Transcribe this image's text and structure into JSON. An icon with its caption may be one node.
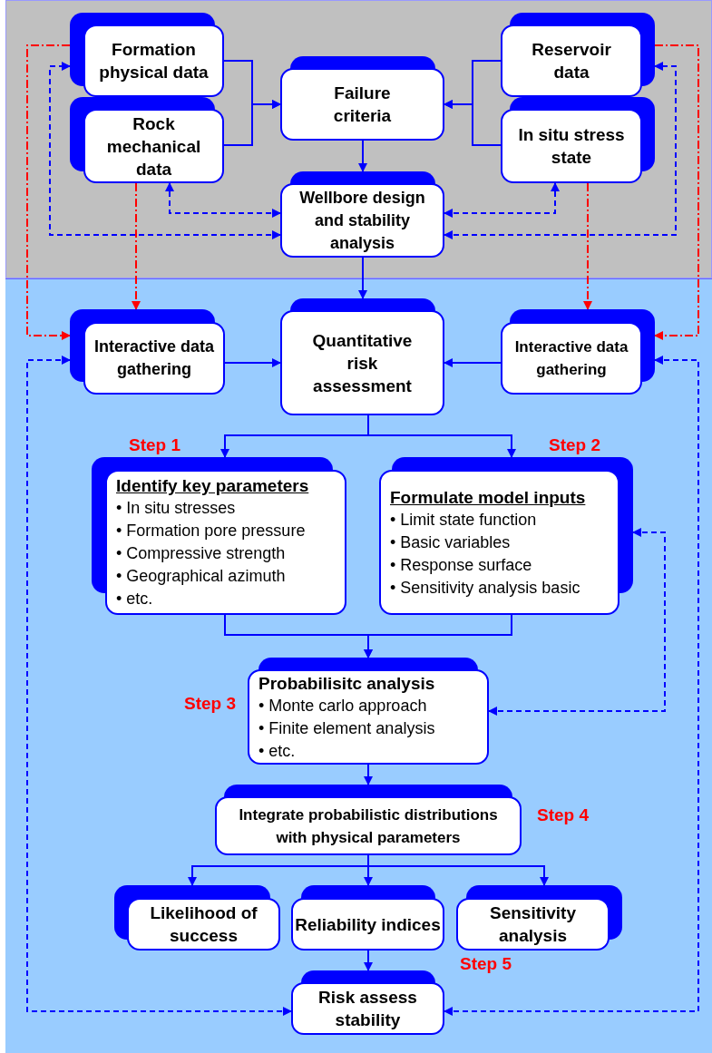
{
  "diagram": {
    "nodes": [
      {
        "text": [
          "Formation physical data"
        ]
      },
      {
        "text": [
          "Rock mechanical data"
        ]
      },
      {
        "text": [
          "Failure criteria"
        ]
      },
      {
        "text": [
          "Reservoir data"
        ]
      },
      {
        "text": [
          "In situ stress state"
        ]
      },
      {
        "text": [
          "Wellbore design and stability analysis"
        ]
      },
      {
        "text": [
          "Interactive data gathering"
        ]
      },
      {
        "text": [
          "Quantitative risk assessment"
        ]
      },
      {
        "text": [
          "Interactive data gathering"
        ]
      },
      {
        "beside": [
          "Step 1"
        ],
        "text": [
          "Identify key parameters",
          "• In situ stresses",
          "• Formation pore pressure",
          "• Compressive strength",
          "• Geographical azimuth",
          "• etc."
        ]
      },
      {
        "beside": [
          "Step 2"
        ],
        "text": [
          "Formulate model inputs",
          "• Limit state function",
          "• Basic variables",
          "• Response surface",
          "• Sensitivity analysis basic"
        ]
      },
      {
        "beside": [
          "Step 3"
        ],
        "text": [
          "Probabilisitc analysis",
          "• Monte carlo approach",
          "• Finite element analysis",
          "• etc."
        ]
      },
      {
        "beside": [
          "Step 4"
        ],
        "text": [
          "Integrate probabilistic distributions with physical parameters"
        ]
      },
      {
        "text": [
          "Likelihood of success"
        ]
      },
      {
        "text": [
          "Reliability indices"
        ]
      },
      {
        "text": [
          "Sensitivity analysis"
        ]
      },
      {
        "text": [
          "Risk assess stability"
        ]
      }
    ],
    "edges": [
      {
        "from": 0,
        "to": 2,
        "arrow": "to"
      },
      {
        "from": 1,
        "to": 2,
        "arrow": "to"
      },
      {
        "from": 3,
        "to": 2,
        "arrow": "to"
      },
      {
        "from": 4,
        "to": 2,
        "arrow": "to"
      },
      {
        "from": 2,
        "to": 5,
        "arrow": "to"
      },
      {
        "from": 5,
        "to": 7,
        "arrow": "to"
      },
      {
        "from": 6,
        "to": 7,
        "arrow": "to"
      },
      {
        "from": 8,
        "to": 7,
        "arrow": "to"
      },
      {
        "from": 7,
        "to": 9,
        "arrow": "to"
      },
      {
        "from": 7,
        "to": 10,
        "arrow": "to"
      },
      {
        "from": 9,
        "to": 11,
        "arrow": "to"
      },
      {
        "from": 10,
        "to": 11,
        "arrow": "to"
      },
      {
        "from": 11,
        "to": 12,
        "arrow": "to"
      },
      {
        "from": 12,
        "to": 13,
        "arrow": "to"
      },
      {
        "from": 12,
        "to": 14,
        "arrow": "to"
      },
      {
        "from": 12,
        "to": 15,
        "arrow": "to"
      },
      {
        "from": 14,
        "to": 16,
        "arrow": "to"
      },
      {
        "from": 5,
        "to": 1,
        "arrow": "both",
        "style": "dashed"
      },
      {
        "from": 5,
        "to": 0,
        "arrow": "both",
        "style": "dashed"
      },
      {
        "from": 5,
        "to": 4,
        "arrow": "both",
        "style": "dashed"
      },
      {
        "from": 5,
        "to": 3,
        "arrow": "both",
        "style": "dashed"
      },
      {
        "from": 0,
        "to": 6,
        "arrow": "to",
        "style": "dashed",
        "color": "#ff0000"
      },
      {
        "from": 1,
        "to": 6,
        "arrow": "to",
        "style": "dashed",
        "color": "#ff0000"
      },
      {
        "from": 3,
        "to": 8,
        "arrow": "to",
        "style": "dashed",
        "color": "#ff0000"
      },
      {
        "from": 4,
        "to": 8,
        "arrow": "to",
        "style": "dashed",
        "color": "#ff0000"
      },
      {
        "from": 6,
        "to": 16,
        "arrow": "both",
        "style": "dashed"
      },
      {
        "from": 8,
        "to": 16,
        "arrow": "both",
        "style": "dashed"
      },
      {
        "from": 10,
        "to": 11,
        "arrow": "both",
        "style": "dashed"
      }
    ],
    "labels": [
      "Step 5"
    ]
  }
}
